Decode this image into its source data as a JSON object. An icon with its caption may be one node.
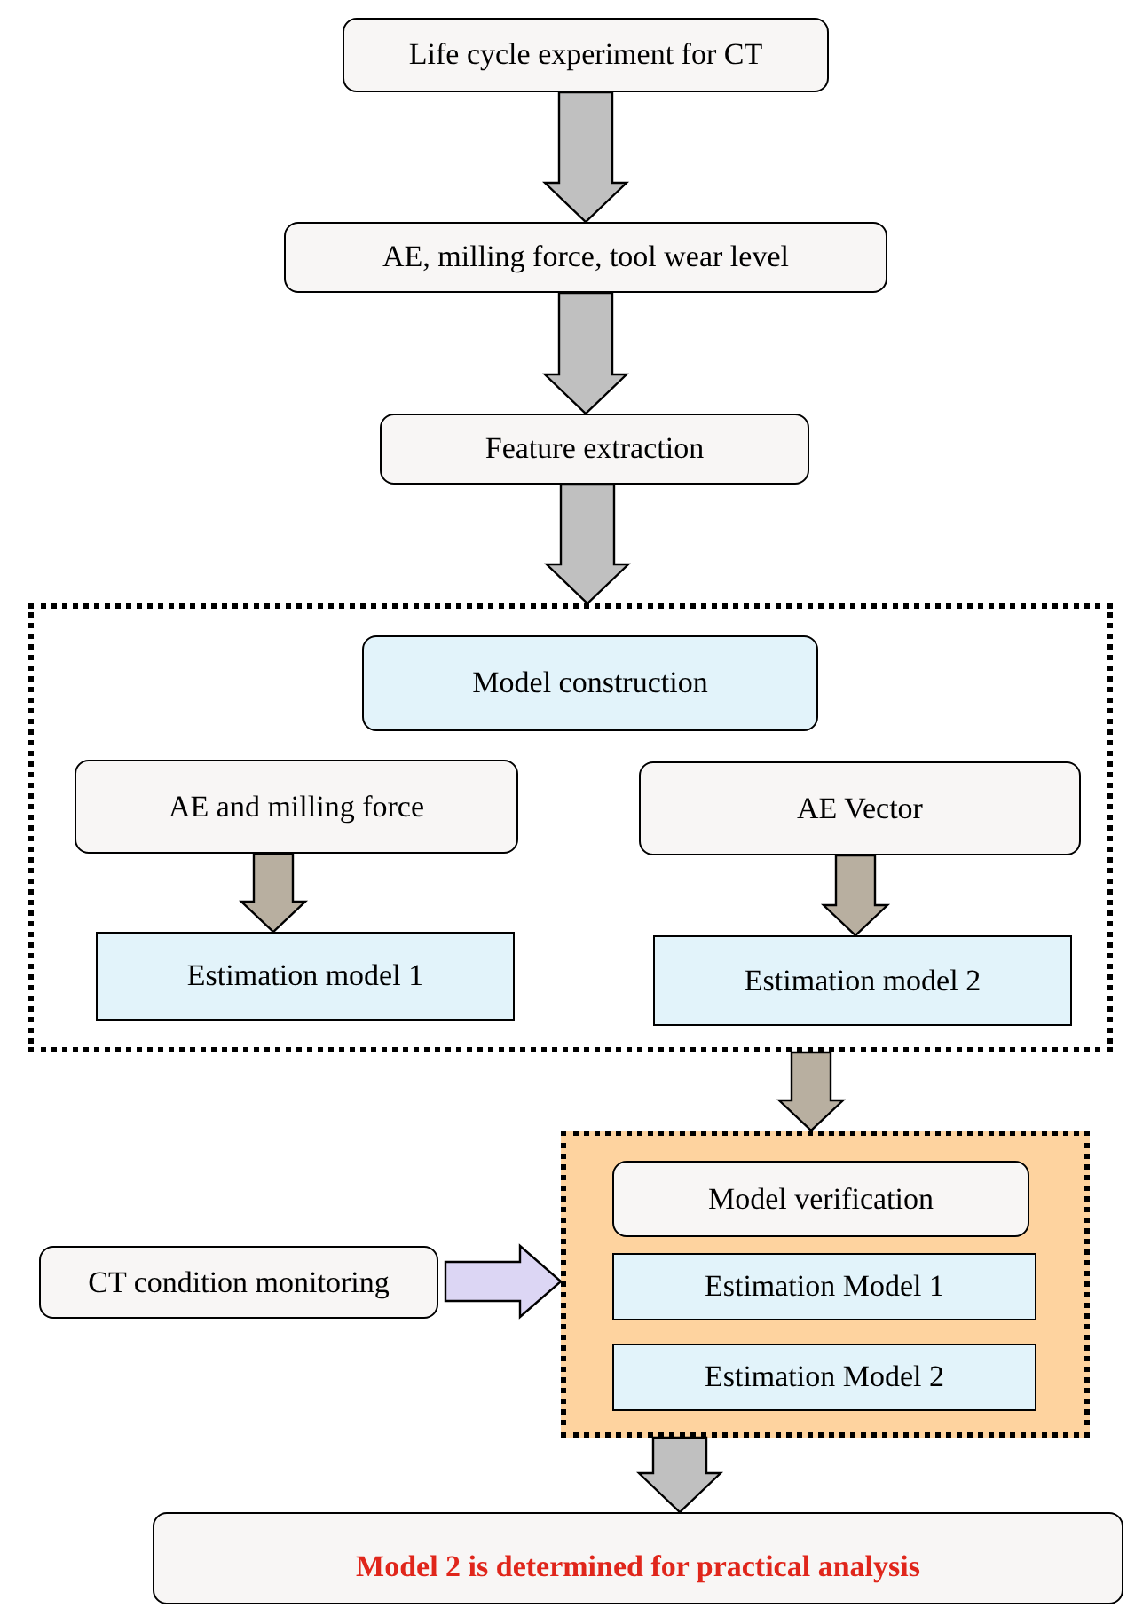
{
  "diagram": {
    "nodes": [
      {
        "text": [
          "Life cycle experiment for CT"
        ]
      },
      {
        "text": [
          "AE, milling force, tool wear level"
        ]
      },
      {
        "text": [
          "Feature extraction"
        ]
      },
      {
        "text": [],
        "shape": "box"
      },
      {
        "text": [
          "Model construction"
        ],
        "in": 3
      },
      {
        "text": [
          "AE and milling force"
        ],
        "in": 3
      },
      {
        "text": [
          "AE Vector"
        ],
        "in": 3
      },
      {
        "text": [
          "Estimation model 1"
        ],
        "in": 3
      },
      {
        "text": [
          "Estimation model 2"
        ],
        "in": 3
      },
      {
        "text": [],
        "shape": "box"
      },
      {
        "text": [
          "Model verification"
        ],
        "in": 9
      },
      {
        "text": [
          "Estimation Model 1"
        ],
        "in": 9
      },
      {
        "text": [
          "Estimation Model 2"
        ],
        "in": 9
      },
      {
        "text": [
          "CT condition monitoring"
        ]
      },
      {
        "text": [
          "Model 2 is determined for practical analysis"
        ]
      }
    ],
    "edges": [
      {
        "from": 0,
        "to": 1,
        "arrow": "to",
        "style": "thick"
      },
      {
        "from": 1,
        "to": 2,
        "arrow": "to",
        "style": "thick"
      },
      {
        "from": 2,
        "to": 3,
        "arrow": "to",
        "style": "thick"
      },
      {
        "from": 5,
        "to": 7,
        "arrow": "to",
        "style": "thick",
        "color": "#b8afa0"
      },
      {
        "from": 6,
        "to": 8,
        "arrow": "to",
        "style": "thick",
        "color": "#b8afa0"
      },
      {
        "from": 3,
        "to": 9,
        "arrow": "to",
        "style": "thick",
        "color": "#b8afa0"
      },
      {
        "from": 13,
        "to": 9,
        "arrow": "to",
        "style": "thick",
        "color": "#dcd6f4"
      },
      {
        "from": 9,
        "to": 14,
        "arrow": "to",
        "style": "thick"
      }
    ]
  }
}
